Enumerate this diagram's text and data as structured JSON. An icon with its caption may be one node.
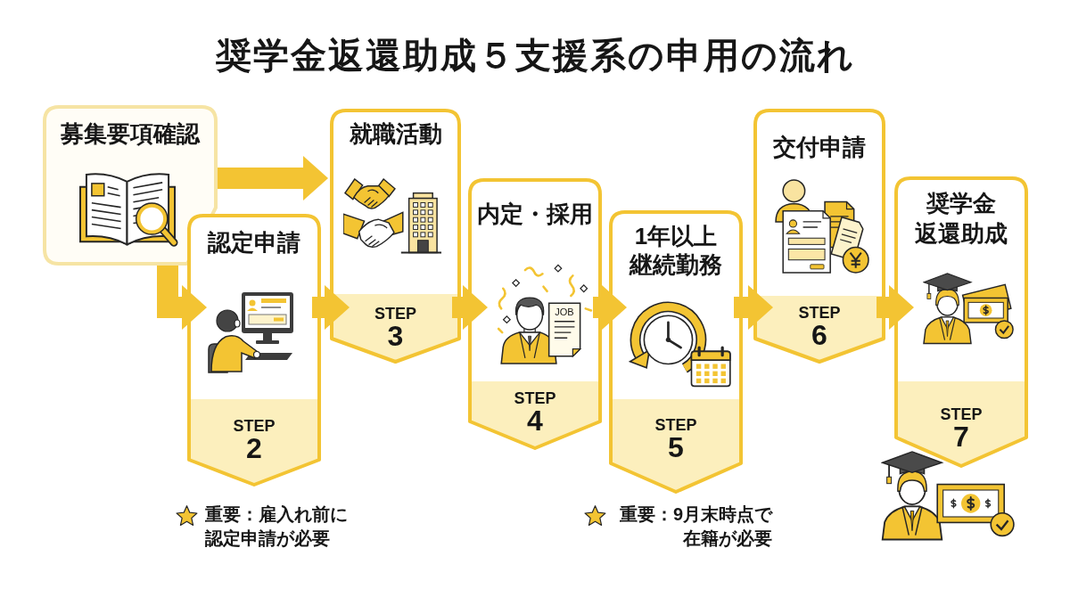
{
  "diagram": {
    "title": "奨学金返還助成５支援系の申用の流れ",
    "nodes": [
      {
        "text": [
          "募集要項確認"
        ]
      },
      {
        "text": [
          "認定申請",
          "STEP",
          "2"
        ],
        "beside": [
          "重要：雇入れ前に認定申請が必要"
        ]
      },
      {
        "text": [
          "就職活動",
          "STEP",
          "3"
        ]
      },
      {
        "text": [
          "内定・採用",
          "STEP",
          "4"
        ]
      },
      {
        "text": [
          "1年以上継続勤務",
          "STEP",
          "5"
        ],
        "beside": [
          "重要：9月末時点で在籍が必要"
        ]
      },
      {
        "text": [
          "交付申請",
          "STEP",
          "6"
        ]
      },
      {
        "text": [
          "奨学金返還助成",
          "STEP",
          "7"
        ]
      }
    ],
    "edges": [
      {
        "from": 0,
        "to": 2,
        "arrow": "to"
      },
      {
        "from": 0,
        "to": 1,
        "arrow": "to"
      },
      {
        "from": 1,
        "to": 2,
        "arrow": "to"
      },
      {
        "from": 2,
        "to": 3,
        "arrow": "to"
      },
      {
        "from": 3,
        "to": 4,
        "arrow": "to"
      },
      {
        "from": 4,
        "to": 5,
        "arrow": "to"
      },
      {
        "from": 5,
        "to": 6,
        "arrow": "to"
      }
    ],
    "labels": [
      "JOB"
    ]
  }
}
